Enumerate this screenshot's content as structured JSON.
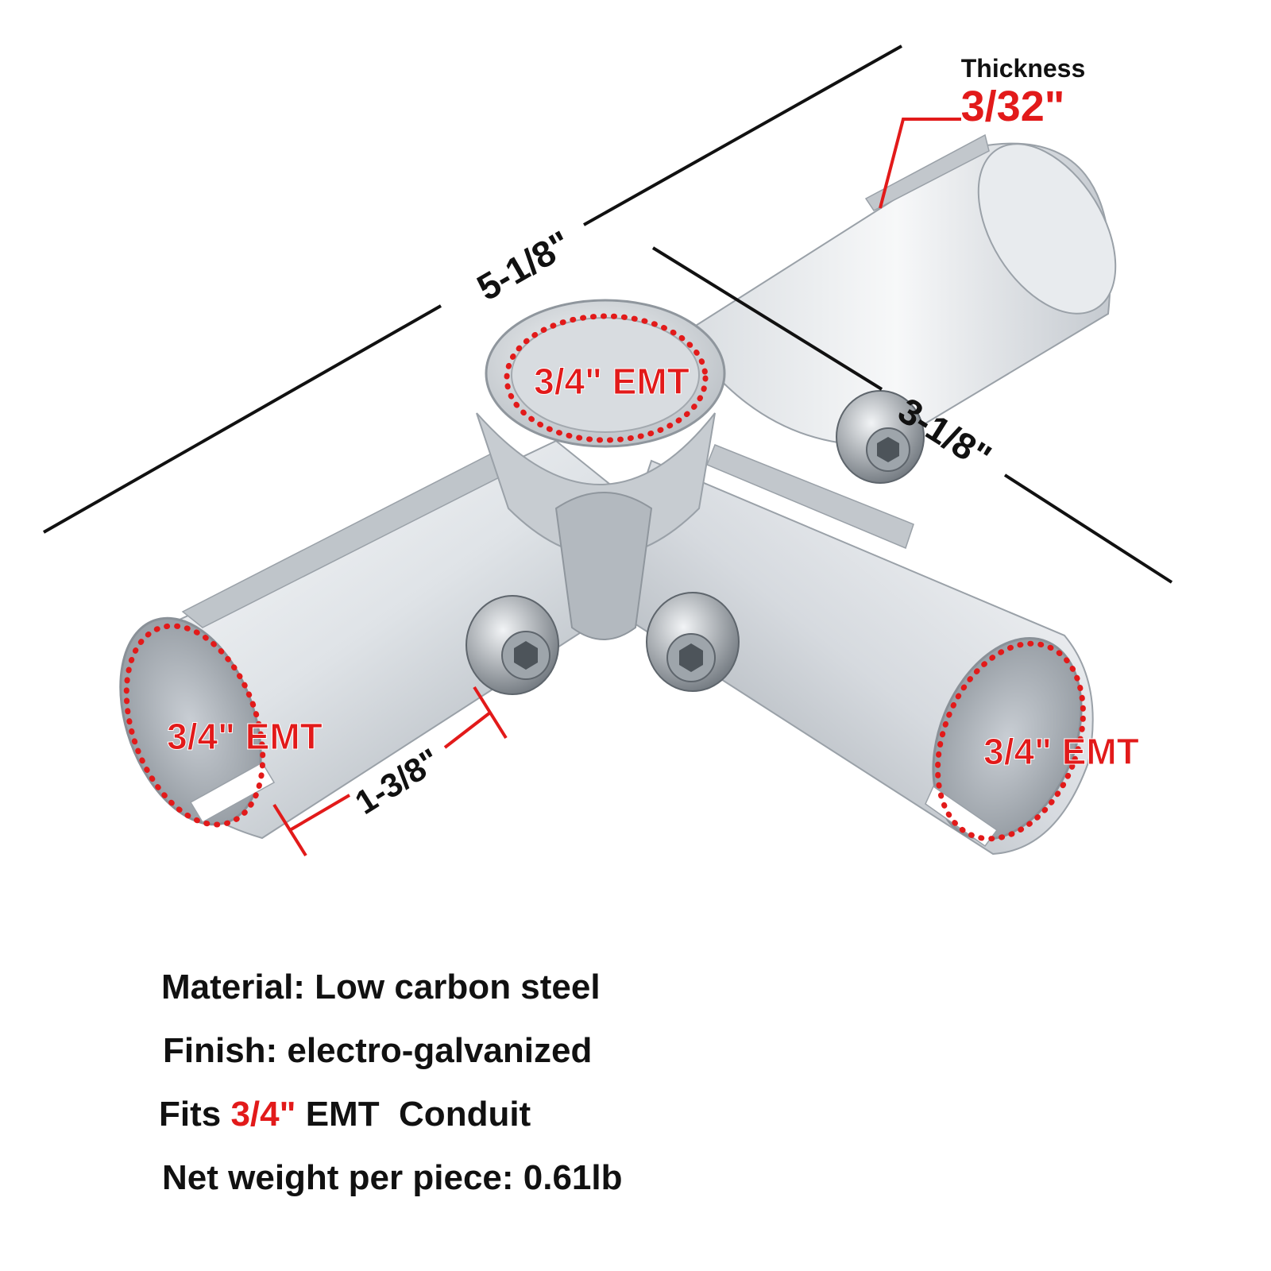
{
  "colors": {
    "accent": "#e21a1a",
    "text": "#111111",
    "line": "#111111",
    "metal_light": "#f3f5f7",
    "metal_mid": "#cfd4d9",
    "metal_dark": "#8e959c"
  },
  "labels": {
    "thickness_title": "Thickness",
    "thickness_value": "3/32\"",
    "length_overall": "5-1/8\"",
    "length_side": "3-1/8\"",
    "socket_depth": "1-3/8\"",
    "top_socket": "3/4\" EMT",
    "left_socket": "3/4\" EMT",
    "right_socket": "3/4\" EMT"
  },
  "specs": {
    "material": "Material: Low carbon steel",
    "finish": "Finish: electro-galvanized",
    "fits_prefix": "Fits ",
    "fits_size": "3/4\"",
    "fits_suffix": " EMT  Conduit",
    "weight": "Net weight per piece: 0.61lb"
  }
}
